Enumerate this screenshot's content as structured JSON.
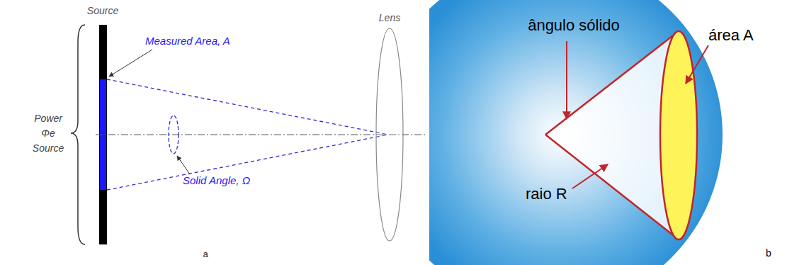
{
  "diagram": {
    "labels": [
      "Source",
      "Measured Area, A",
      "Power",
      "Φe",
      "Source",
      "Solid Angle, Ω",
      "Lens",
      "a",
      "ângulo sólido",
      "área A",
      "raio R",
      "b"
    ]
  }
}
